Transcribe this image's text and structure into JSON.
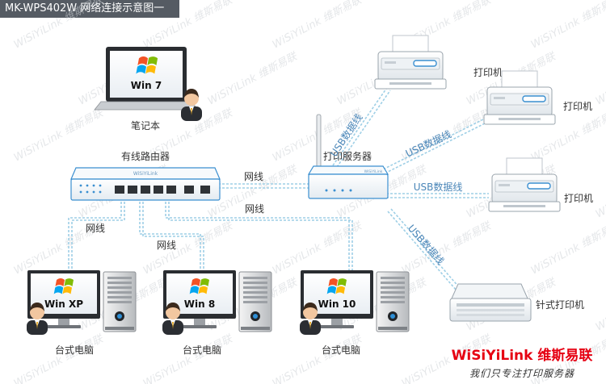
{
  "header": {
    "title": "MK-WPS402W 网络连接示意图一"
  },
  "devices": {
    "laptop": {
      "os": "Win 7",
      "label": "笔记本"
    },
    "router": {
      "label": "有线路由器",
      "brand": "WiSiYiLink"
    },
    "print_server": {
      "label": "打印服务器",
      "brand": "WiSiYiLink"
    },
    "desktops": [
      {
        "os": "Win XP",
        "label": "台式电脑"
      },
      {
        "os": "Win 8",
        "label": "台式电脑"
      },
      {
        "os": "Win 10",
        "label": "台式电脑"
      }
    ],
    "printers": [
      {
        "label": "打印机"
      },
      {
        "label": "打印机"
      },
      {
        "label": "打印机"
      },
      {
        "label": "针式打印机"
      }
    ]
  },
  "links": {
    "ethernet_label": "网线",
    "usb_label": "USB数据线"
  },
  "brand": {
    "name": "WiSiYiLink 维斯易联",
    "slogan": "我们只专注打印服务器"
  },
  "watermark": {
    "text": "WiSiYiLink 维斯易联"
  },
  "colors": {
    "accent": "#1b84c9",
    "cable": "#9ecfe6",
    "header_bg": "#555b63",
    "brand_name": "#e60012"
  }
}
